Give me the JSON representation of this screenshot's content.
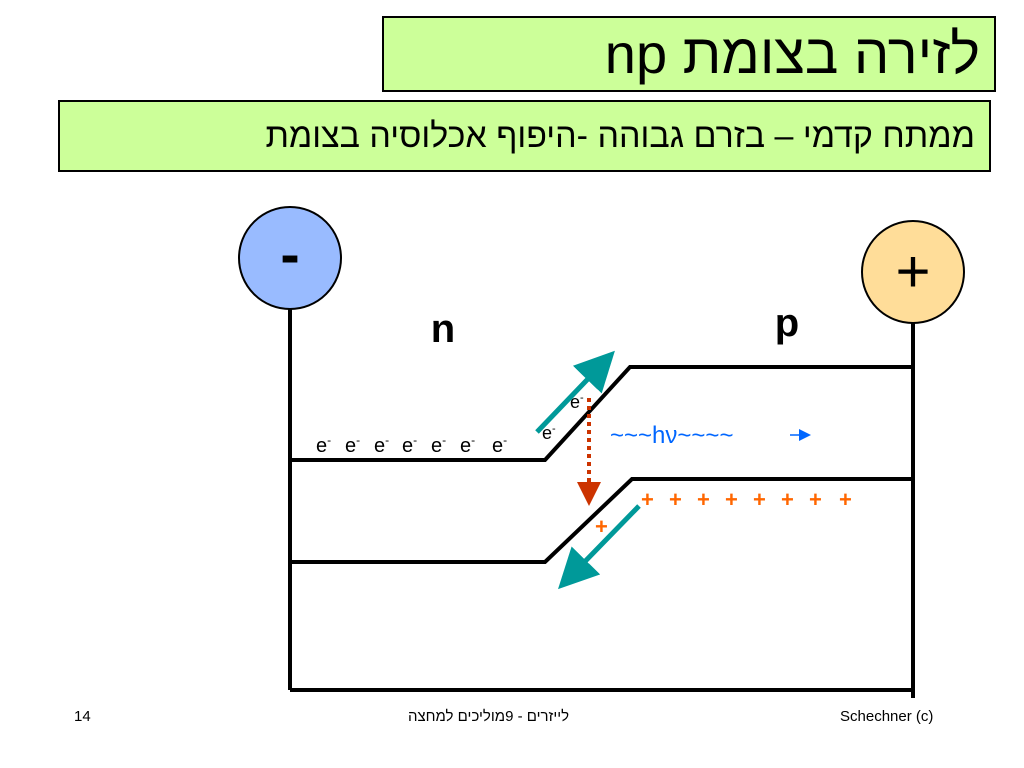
{
  "title": "לזירה   בצומת np",
  "subtitle": "ממתח קדמי – בזרם גבוהה -היפוף אכלוסיה בצומת",
  "diagram": {
    "terminal_negative": "-",
    "terminal_positive": "+",
    "region_n_label": "n",
    "region_p_label": "p",
    "electrons": [
      "e",
      "e",
      "e",
      "e",
      "e",
      "e",
      "e"
    ],
    "electron_superscript": "-",
    "junction_electrons": [
      "e",
      "e"
    ],
    "photon_label": "~~~hν~~~~",
    "holes": [
      "+",
      "+",
      "+",
      "+",
      "+",
      "+",
      "+",
      "+"
    ],
    "junction_holes": [
      "+",
      "+"
    ]
  },
  "colors": {
    "title_bg": "#ccff99",
    "negative_terminal": "#99bbff",
    "positive_terminal": "#ffdd99",
    "teal_arrow": "#009999",
    "recombination_arrow": "#cc3300",
    "photon": "#0066ff",
    "hole": "#ff6600"
  },
  "footer": {
    "page_number": "14",
    "course": "לייזרים - 9מוליכים למחצה",
    "copyright": "Schechner (c)"
  }
}
